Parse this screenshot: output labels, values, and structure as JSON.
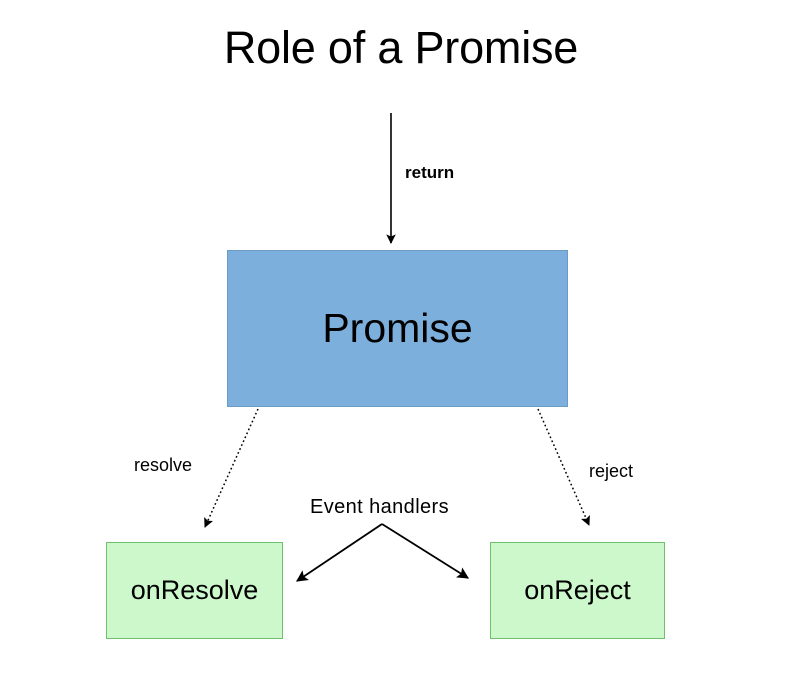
{
  "diagram": {
    "title": "Role of a Promise",
    "background_color": "#ffffff",
    "nodes": [
      {
        "id": "promise",
        "label": "Promise",
        "fill": "#7cafdb",
        "stroke": "#6b9cc6",
        "shape": "rectangle"
      },
      {
        "id": "on-resolve",
        "label": "onResolve",
        "fill": "#ccf8cc",
        "stroke": "#6fbf6f",
        "shape": "rectangle"
      },
      {
        "id": "on-reject",
        "label": "onReject",
        "fill": "#ccf8cc",
        "stroke": "#6fbf6f",
        "shape": "rectangle"
      }
    ],
    "edges": [
      {
        "id": "return-edge",
        "label": "return",
        "from": "caller",
        "to": "promise",
        "style": "solid",
        "label_weight": "bold",
        "color": "#000000"
      },
      {
        "id": "resolve-edge",
        "label": "resolve",
        "from": "promise",
        "to": "on-resolve",
        "style": "dotted",
        "label_weight": "normal",
        "color": "#000000"
      },
      {
        "id": "reject-edge",
        "label": "reject",
        "from": "promise",
        "to": "on-reject",
        "style": "dotted",
        "label_weight": "normal",
        "color": "#000000"
      },
      {
        "id": "event-handlers-left",
        "label": "",
        "from": "event-handlers",
        "to": "on-resolve",
        "style": "solid",
        "color": "#000000"
      },
      {
        "id": "event-handlers-right",
        "label": "",
        "from": "event-handlers",
        "to": "on-reject",
        "style": "solid",
        "color": "#000000"
      }
    ],
    "annotations": [
      {
        "id": "event-handlers",
        "label": "Event handlers"
      }
    ]
  }
}
